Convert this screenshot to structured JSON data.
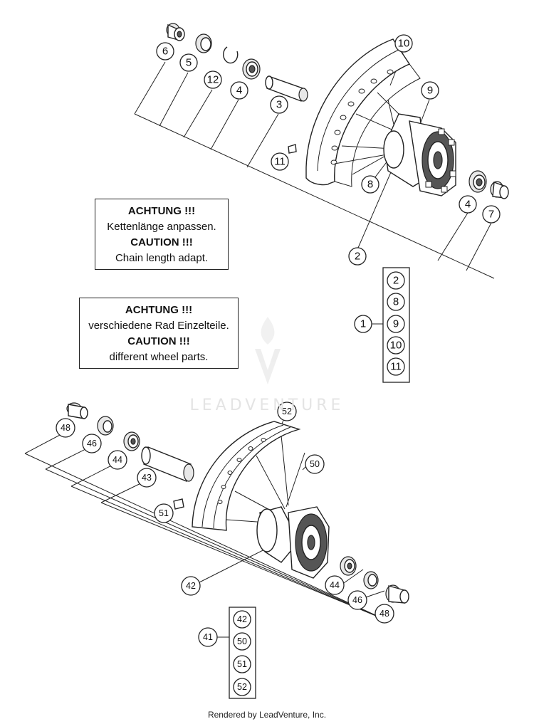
{
  "notes": [
    {
      "lines": [
        "ACHTUNG !!!",
        "Kettenlänge anpassen.",
        "CAUTION !!!",
        "Chain length adapt."
      ]
    },
    {
      "lines": [
        "ACHTUNG !!!",
        "verschiedene Rad Einzelteile.",
        "CAUTION !!!",
        "different wheel parts."
      ]
    }
  ],
  "callouts_rear": [
    "6",
    "5",
    "12",
    "4",
    "3",
    "10",
    "9",
    "11",
    "8",
    "4",
    "7",
    "2"
  ],
  "kit_rear": {
    "label": "1",
    "items": [
      "2",
      "8",
      "9",
      "10",
      "11"
    ]
  },
  "callouts_front": [
    "48",
    "46",
    "44",
    "43",
    "52",
    "50",
    "51",
    "42",
    "44",
    "46",
    "48"
  ],
  "kit_front": {
    "label": "41",
    "items": [
      "42",
      "50",
      "51",
      "52"
    ]
  },
  "watermark": "LEADVENTURE",
  "footer": "Rendered by LeadVenture, Inc."
}
